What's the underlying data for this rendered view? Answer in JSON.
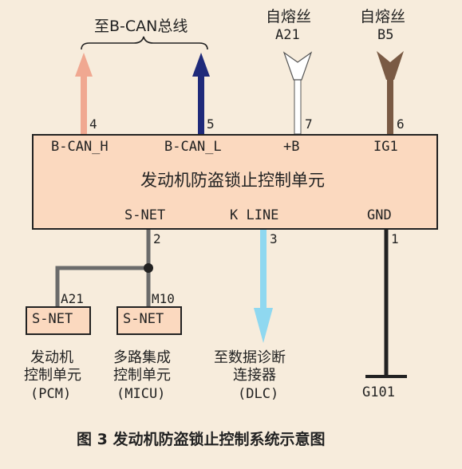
{
  "bus_label": "至B-CAN总线",
  "fuses": [
    {
      "title": "自熔丝",
      "code": "A21"
    },
    {
      "title": "自熔丝",
      "code": "B5"
    }
  ],
  "main_unit": {
    "name": "发动机防盗锁止控制单元",
    "top_pins": [
      {
        "num": "4",
        "label": "B-CAN_H"
      },
      {
        "num": "5",
        "label": "B-CAN_L"
      },
      {
        "num": "7",
        "label": "+B"
      },
      {
        "num": "6",
        "label": "IG1"
      }
    ],
    "bottom_pins": [
      {
        "num": "2",
        "label": "S-NET"
      },
      {
        "num": "3",
        "label": "K LINE"
      },
      {
        "num": "1",
        "label": "GND"
      }
    ]
  },
  "sub_units": [
    {
      "pin": "A21",
      "box_label": "S-NET",
      "name_lines": [
        "发动机",
        "控制单元",
        "(PCM)"
      ]
    },
    {
      "pin": "M10",
      "box_label": "S-NET",
      "name_lines": [
        "多路集成",
        "控制单元",
        "(MICU)"
      ]
    }
  ],
  "dlc": {
    "lines": [
      "至数据诊断",
      "连接器",
      "(DLC)"
    ]
  },
  "ground": {
    "label": "G101"
  },
  "caption": "图 3  发动机防盗锁止控制系统示意图",
  "colors": {
    "can_h": "#f0a891",
    "can_l": "#1f2a7a",
    "plus_b": "#ffffff",
    "ig1": "#7a5a44",
    "s_net": "#6b6b6b",
    "k_line": "#8fd8f0",
    "gnd": "#222222",
    "box_fill": "#fbd9bf"
  }
}
